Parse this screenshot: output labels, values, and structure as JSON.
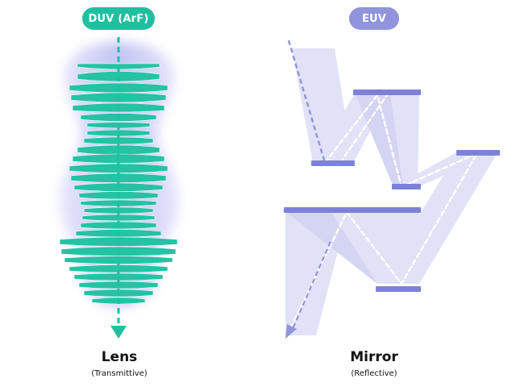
{
  "duv_label": "DUV (ArF)",
  "euv_label": "EUV",
  "lens": {
    "title": "Lens",
    "subtitle": "(Transmittive)"
  },
  "mirror": {
    "title": "Mirror",
    "subtitle": "(Reflective)"
  },
  "colors": {
    "duv_accent": "#1fbf9f",
    "euv_accent": "#8f94dd",
    "lens_glow": "#ccccf7",
    "mirror_fill": "#7d82d8",
    "beam_fill": "#c9cbf0"
  }
}
